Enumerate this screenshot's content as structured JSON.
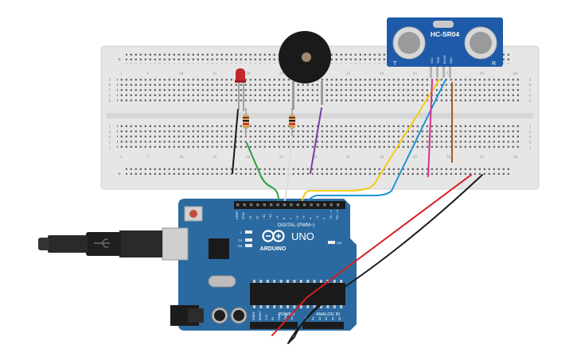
{
  "board": {
    "brand": "ARDUINO",
    "model": "UNO",
    "digital_label": "DIGITAL (PWM~)",
    "power_label": "POWER",
    "analog_label": "ANALOG IN",
    "on_label": "ON",
    "l_label": "L",
    "tx_label": "TX",
    "rx_label": "RX",
    "aref_label": "AREF",
    "gnd_label": "GND",
    "digital_pins": [
      "13",
      "12",
      "~11",
      "~10",
      "~9",
      "8",
      "7",
      "~6",
      "~5",
      "4",
      "~3",
      "2",
      "TX→1",
      "RX←0"
    ],
    "power_pins": [
      "IOREF",
      "RESET",
      "3.3V",
      "5V",
      "GND",
      "GND",
      "Vin"
    ],
    "analog_pins": [
      "A0",
      "A1",
      "A2",
      "A3",
      "A4",
      "A5"
    ]
  },
  "sensor": {
    "model": "HC-SR04",
    "left_mark": "T",
    "right_mark": "R",
    "pins": [
      "VCC",
      "TRIG",
      "ECHO",
      "GND"
    ]
  },
  "breadboard": {
    "col_numbers": [
      "1",
      "5",
      "10",
      "15",
      "20",
      "25",
      "30",
      "35",
      "40",
      "45",
      "50",
      "55",
      "60"
    ],
    "row_letters_top": [
      "A",
      "B",
      "C",
      "D",
      "E"
    ],
    "row_letters_bottom": [
      "F",
      "G",
      "H",
      "I",
      "J"
    ]
  },
  "colors": {
    "board": "#2b6aa0",
    "breadboard": "#e6e6e6",
    "led": "#c4262e",
    "buzzer": "#1a1a1a",
    "sensor": "#1e5aa8",
    "wire_black": "#1a1a1a",
    "wire_green": "#2e9e3c",
    "wire_white": "#f2f2f2",
    "wire_purple": "#7a3ba6",
    "wire_yellow": "#f2cd13",
    "wire_blue": "#1c95d6",
    "wire_pink": "#d8318b",
    "wire_brown": "#9c5e25",
    "wire_red": "#d81e1e"
  },
  "components": {
    "led": "red-led",
    "buzzer": "piezo-buzzer",
    "resistors": [
      "resistor-led",
      "resistor-buzzer"
    ],
    "usb": "usb-b-cable",
    "power_jack": "dc-barrel-jack"
  }
}
